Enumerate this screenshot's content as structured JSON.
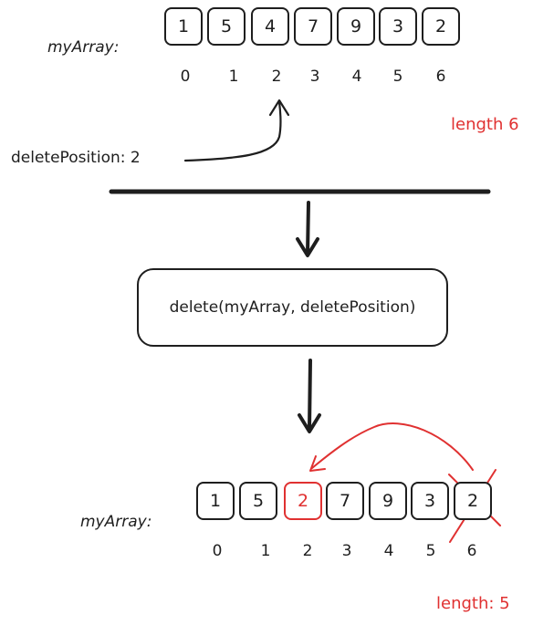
{
  "top": {
    "label": "myArray:",
    "cells": [
      "1",
      "5",
      "4",
      "7",
      "9",
      "3",
      "2"
    ],
    "indices": [
      "0",
      "1",
      "2",
      "3",
      "4",
      "5",
      "6"
    ],
    "length_note": "length 6"
  },
  "delete_position_label": "deletePosition: 2",
  "function_call": "delete(myArray, deletePosition)",
  "bottom": {
    "label": "myArray:",
    "cells": [
      "1",
      "5",
      "2",
      "7",
      "9",
      "3",
      "2"
    ],
    "indices": [
      "0",
      "1",
      "2",
      "3",
      "4",
      "5",
      "6"
    ],
    "length_note": "length: 5",
    "highlighted_index": 2,
    "crossed_index": 6
  },
  "colors": {
    "ink": "#1e1e1e",
    "accent": "#e03131"
  }
}
